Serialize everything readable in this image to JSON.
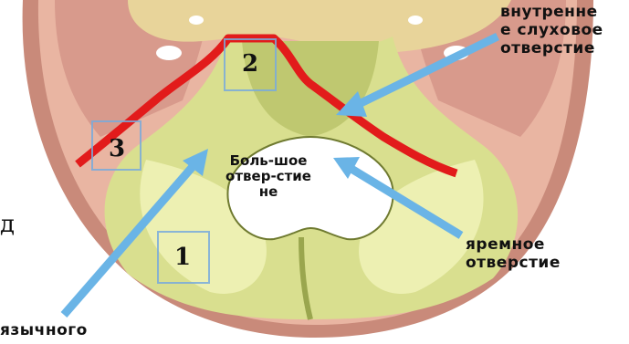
{
  "labels": {
    "internal_auditory": [
      "внутренне",
      "е слуховое",
      "отверстие"
    ],
    "foramen_magnum": [
      "Боль-шое",
      "отвер-стие"
    ],
    "jugular": [
      "яремное",
      "отверстие"
    ],
    "hypoglossal_partial": "язычного",
    "left_partial": "д"
  },
  "markers": {
    "one": "1",
    "two": "2",
    "three": "3"
  },
  "colors": {
    "background": "#ffffff",
    "bone_outer": "#e8b8a4",
    "bone_inner": "#d99a88",
    "occipital": "#d9df8f",
    "occipital_shadow": "#9aa64e",
    "sutures_red": "#e21b1b",
    "arrow_blue": "#6ab4e6",
    "highlight_box": "#78aadc"
  },
  "icons": {
    "arrows": "arrow-icon"
  }
}
